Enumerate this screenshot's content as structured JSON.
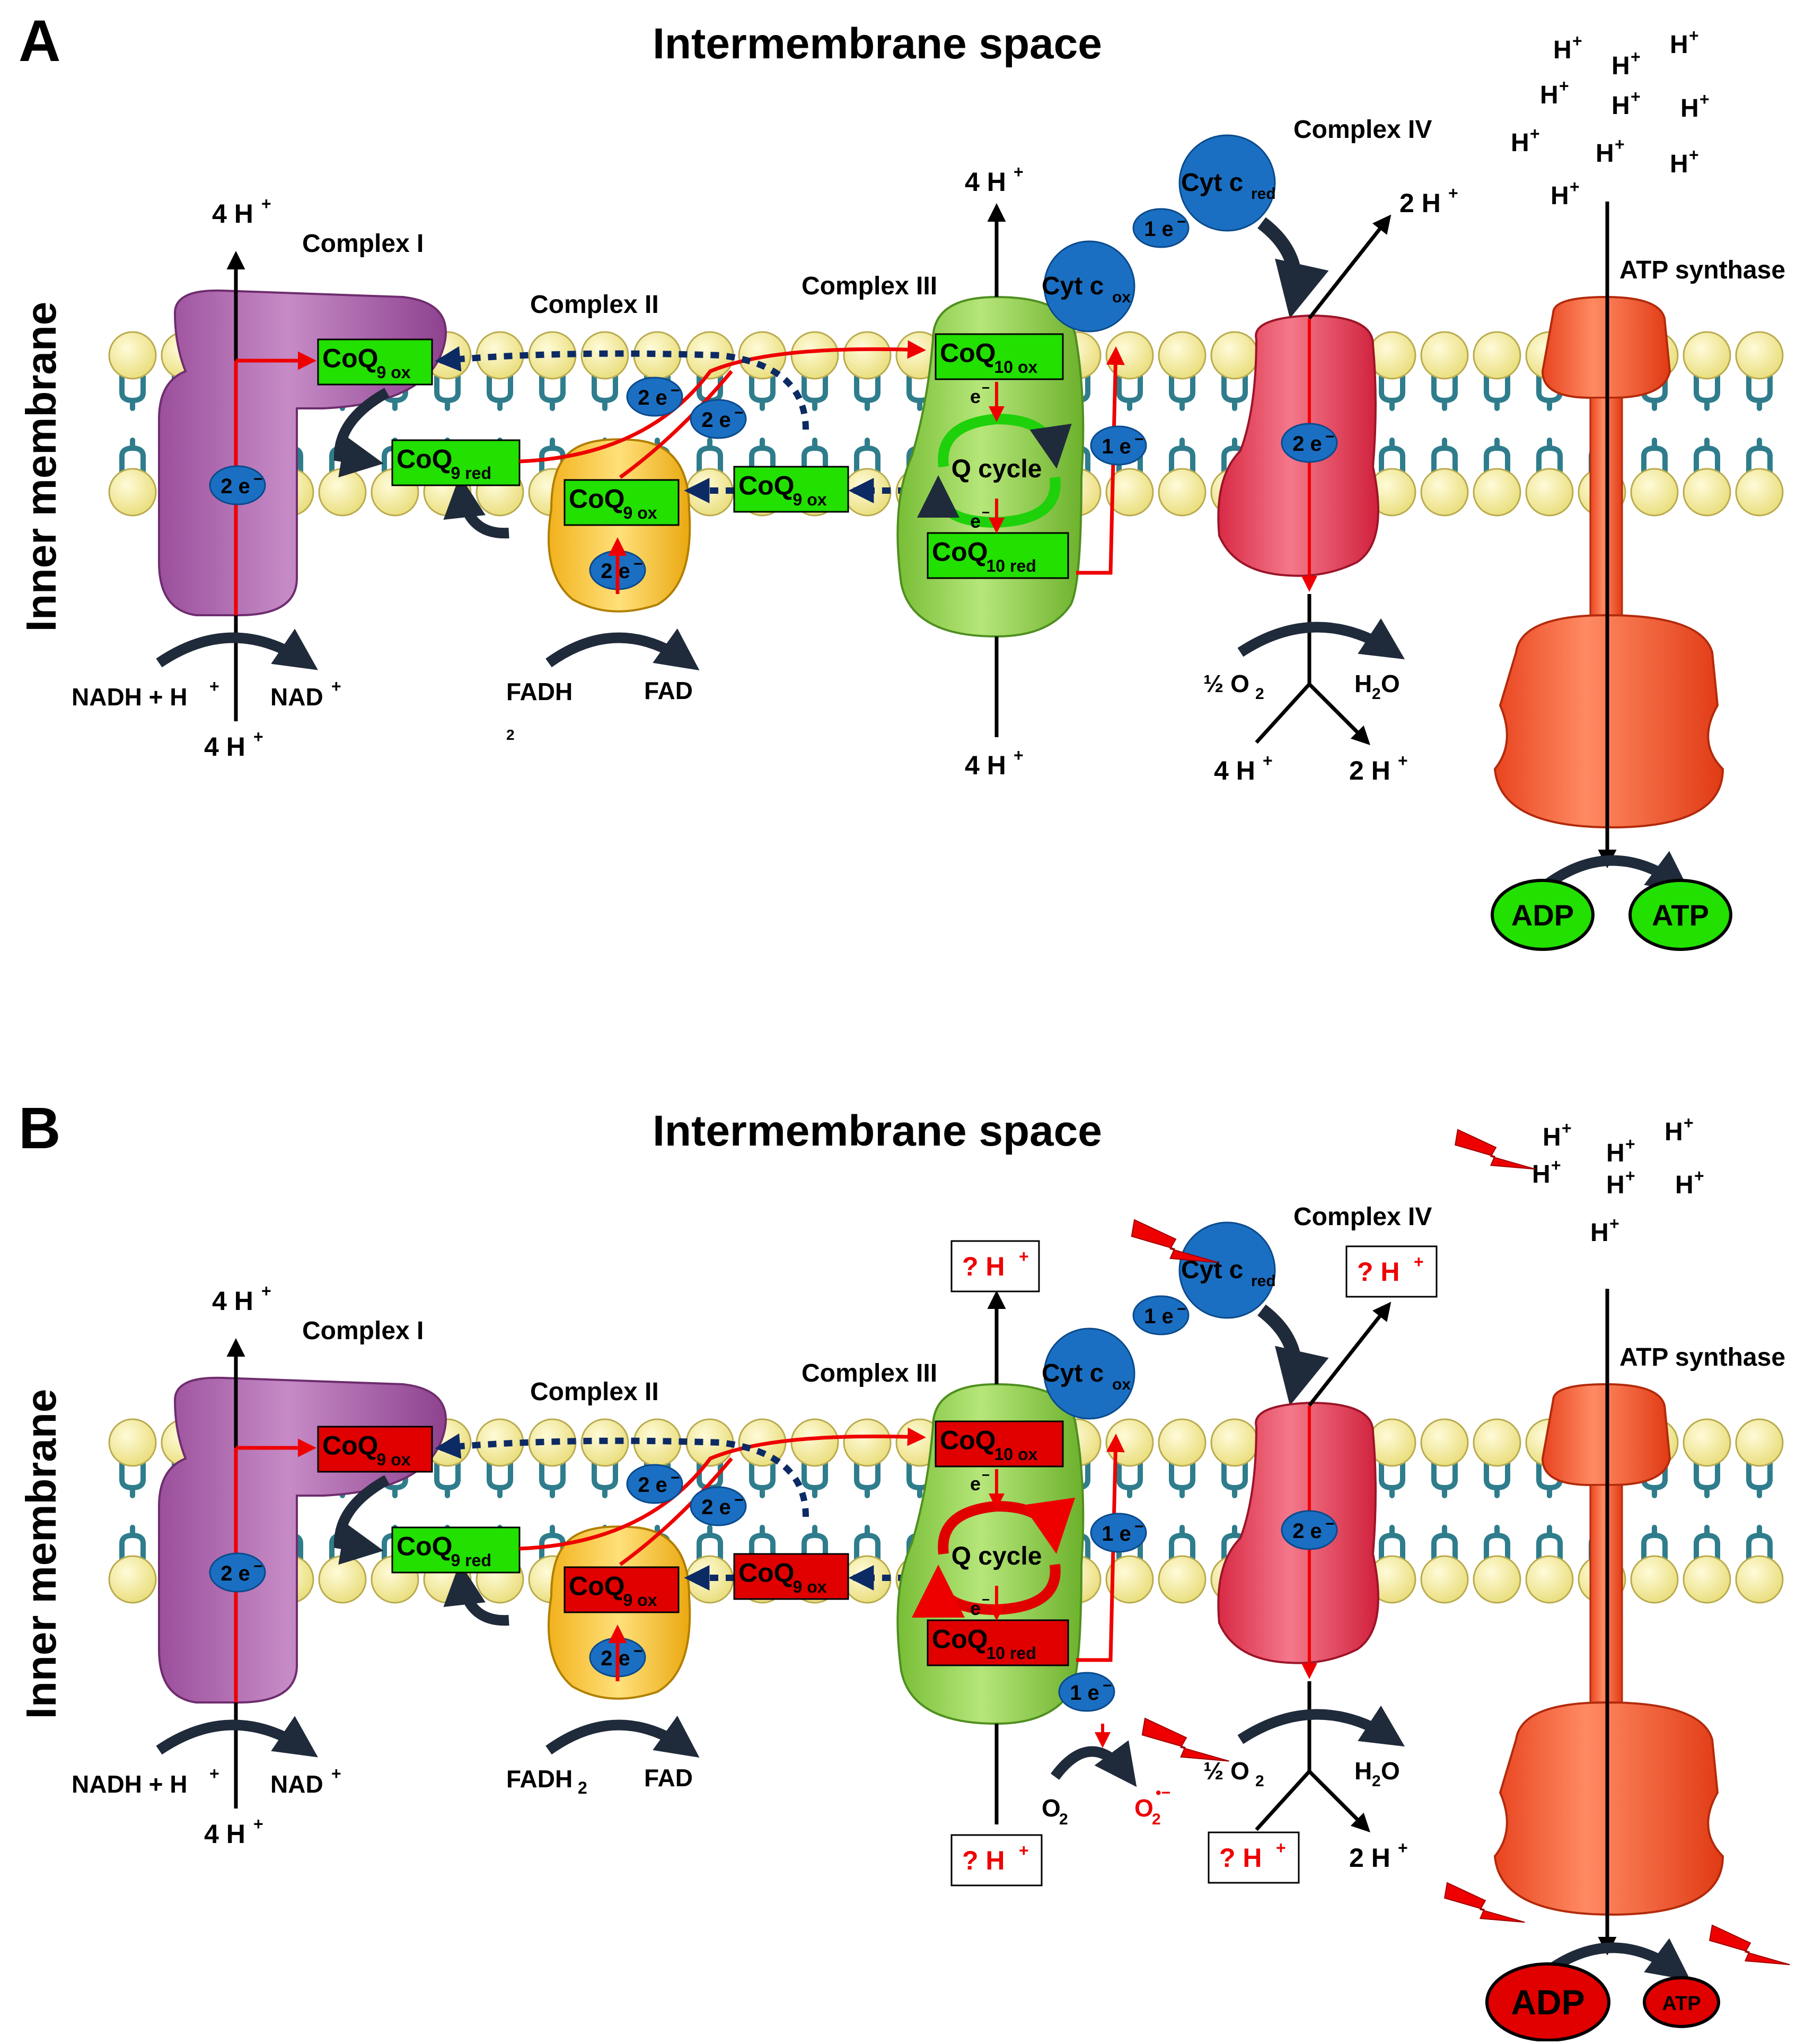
{
  "panels": {
    "A": {
      "letter": "A",
      "title": "Intermembrane space",
      "side_label": "Inner membrane",
      "complex1": "Complex I",
      "complex2": "Complex II",
      "complex3": "Complex III",
      "complex4": "Complex IV",
      "atp_synthase": "ATP synthase",
      "q_cycle": "Q cycle",
      "nadh": "NADH + H",
      "nad": "NAD",
      "fadh": "FADH",
      "fadh_sub": "2",
      "fad": "FAD",
      "half_o2": "½ O",
      "h2o_h": "H",
      "h2o_o": "O",
      "adp": "ADP",
      "atp": "ATP",
      "c1_top_h": "4 H",
      "c1_bot_h": "4 H",
      "c3_top_h": "4 H",
      "c3_bot_h": "4 H",
      "c4_out_h": "2 H",
      "c4_in_h": "4 H",
      "c4_in_h2": "2 H",
      "two_e": "2 e",
      "one_e": "1 e",
      "e": "e",
      "cyt_ox": "Cyt c",
      "cyt_ox_sub": "ox",
      "cyt_red": "Cyt c",
      "cyt_red_sub": "red",
      "coq": "CoQ",
      "coq9_ox_sub": "9 ox",
      "coq9_red_sub": "9 red",
      "coq10_ox_sub": "10 ox",
      "coq10_red_sub": "10 red",
      "hplus": "H"
    },
    "B": {
      "letter": "B",
      "title": "Intermembrane space",
      "side_label": "Inner membrane",
      "complex1": "Complex I",
      "complex2": "Complex II",
      "complex3": "Complex III",
      "complex4": "Complex IV",
      "atp_synthase": "ATP synthase",
      "q_cycle": "Q cycle",
      "nadh": "NADH + H",
      "nad": "NAD",
      "fadh": "FADH",
      "fadh_sub": "2",
      "fad": "FAD",
      "half_o2": "½ O",
      "h2o_h": "H",
      "h2o_o": "O",
      "o2": "O",
      "superoxide": "O",
      "adp": "ADP",
      "atp": "ATP",
      "c1_top_h": "4 H",
      "c1_bot_h": "4 H",
      "unknown_h": "? H",
      "c4_in_h2": "2 H",
      "two_e": "2 e",
      "one_e": "1 e",
      "e": "e",
      "cyt_ox": "Cyt c",
      "cyt_ox_sub": "ox",
      "cyt_red": "Cyt c",
      "cyt_red_sub": "red",
      "coq": "CoQ",
      "coq9_ox_sub": "9 ox",
      "coq9_red_sub": "9 red",
      "coq10_ox_sub": "10 ox",
      "coq10_red_sub": "10 red",
      "hplus": "H"
    }
  },
  "colors": {
    "membrane_head": "#f5eda0",
    "membrane_tail": "#2f7d8c",
    "complex1": "#b470b4",
    "complex2": "#f6c235",
    "complex3": "#8fce4b",
    "complex4": "#ea3c56",
    "atp_synthase": "#f0502c",
    "electron": "#1b6fc2",
    "coq_ok": "#22e000",
    "coq_bad": "#e00000",
    "electron_path": "#ee0000",
    "recycle_arrow": "#0c2a63",
    "alert": "#ee0000"
  }
}
